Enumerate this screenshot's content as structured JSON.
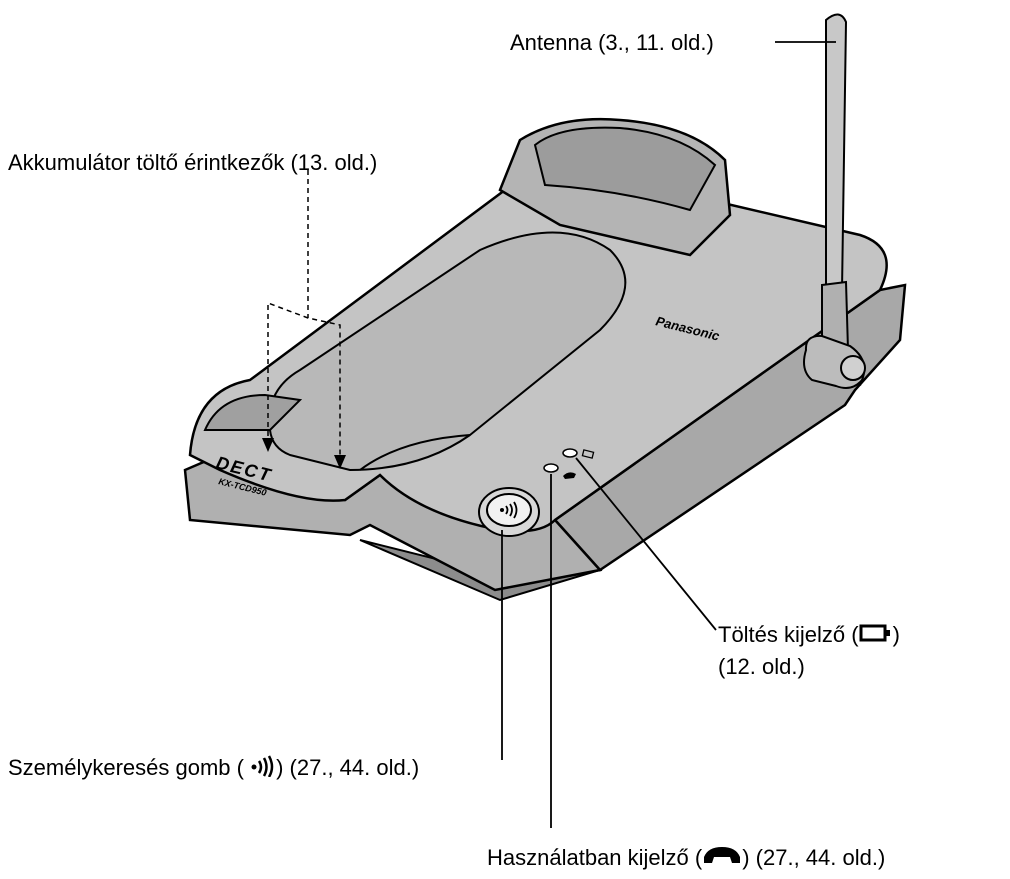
{
  "labels": {
    "antenna": "Antenna (3., 11. old.)",
    "contacts": "Akkumulátor töltő  érintkezők (13. old.)",
    "charge_line1_pre": "Töltés kijelző (",
    "charge_line1_post": ")",
    "charge_line2": "(12. old.)",
    "page_pre": "Személykeresés gomb ( ",
    "page_post": ") (27., 44. old.)",
    "inuse_pre": "Használatban kijelző (",
    "inuse_post": ") (27., 44. old.)"
  },
  "device": {
    "brand": "Panasonic",
    "logo": "DECT",
    "model": "KX-TCD950"
  },
  "icons": {
    "charge": "battery-icon",
    "page": "paging-signal-icon",
    "inuse": "handset-icon"
  },
  "colors": {
    "body": "#c4c4c4",
    "body_dark": "#9a9a9a",
    "outline": "#000000"
  }
}
